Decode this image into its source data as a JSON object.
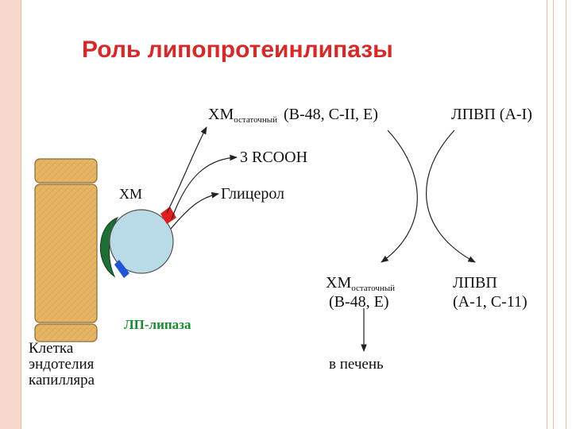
{
  "title": "Роль липопротеинлипазы",
  "diagram": {
    "hm_top": "ХМ",
    "hm_top_sub": "остаточный",
    "hm_top_apo": "(В-48, С-II, Е)",
    "hdl_top": "ЛПВП (А-I)",
    "rcooh": "3 RCOOH",
    "glycerol": "Глицерол",
    "hm_label": "ХМ",
    "hm_bottom": "ХМ",
    "hm_bottom_sub": "остаточный",
    "hm_bottom_apo": "(В-48, Е)",
    "hdl_bottom": "ЛПВП",
    "hdl_bottom_apo": "(А-1, С-11)",
    "lipase_label": "ЛП-липаза",
    "cell_label": [
      "Клетка",
      "эндотелия",
      "капилляра"
    ],
    "to_liver": "в печень"
  },
  "colors": {
    "title": "#d42a2a",
    "cell_fill": "#e6b566",
    "cell_stroke": "#8a6a35",
    "particle_fill": "#b9dbe8",
    "lipase_green": "#1f6e35",
    "apo_red": "#e01e1e",
    "apo_blue": "#1f56d6",
    "lipase_text": "#1c8a2e"
  }
}
